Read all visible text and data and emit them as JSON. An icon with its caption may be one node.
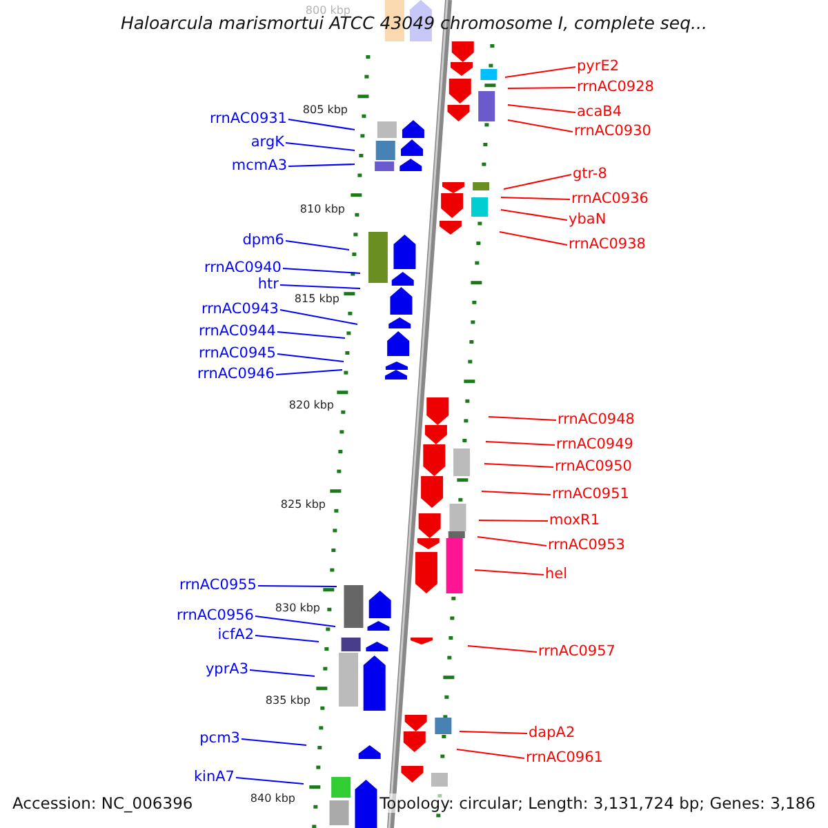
{
  "diagram": {
    "title": "Haloarcula marismortui ATCC 43049 chromosome I, complete seq...",
    "nodes": [
      {
        "text": [
          "pyrE2"
        ]
      },
      {
        "text": [
          "rrnAC0928"
        ]
      },
      {
        "text": [
          "acaB4"
        ]
      },
      {
        "text": [
          "rrnAC0930"
        ]
      },
      {
        "text": [
          "rrnAC0931"
        ]
      },
      {
        "text": [
          "argK"
        ]
      },
      {
        "text": [
          "mcmA3"
        ]
      },
      {
        "text": [
          "gtr-8"
        ]
      },
      {
        "text": [
          "rrnAC0936"
        ]
      },
      {
        "text": [
          "ybaN"
        ]
      },
      {
        "text": [
          "rrnAC0938"
        ]
      },
      {
        "text": [
          "dpm6"
        ]
      },
      {
        "text": [
          "rrnAC0940"
        ]
      },
      {
        "text": [
          "htr"
        ]
      },
      {
        "text": [
          "rrnAC0943"
        ]
      },
      {
        "text": [
          "rrnAC0944"
        ]
      },
      {
        "text": [
          "rrnAC0945"
        ]
      },
      {
        "text": [
          "rrnAC0946"
        ]
      },
      {
        "text": [
          "rrnAC0948"
        ]
      },
      {
        "text": [
          "rrnAC0949"
        ]
      },
      {
        "text": [
          "rrnAC0950"
        ]
      },
      {
        "text": [
          "rrnAC0951"
        ]
      },
      {
        "text": [
          "moxR1"
        ]
      },
      {
        "text": [
          "rrnAC0953"
        ]
      },
      {
        "text": [
          "hel"
        ]
      },
      {
        "text": [
          "rrnAC0955"
        ]
      },
      {
        "text": [
          "rrnAC0956"
        ]
      },
      {
        "text": [
          "icfA2"
        ]
      },
      {
        "text": [
          "rrnAC0957"
        ]
      },
      {
        "text": [
          "yprA3"
        ]
      },
      {
        "text": [
          "dapA2"
        ]
      },
      {
        "text": [
          "rrnAC0961"
        ]
      },
      {
        "text": [
          "pcm3"
        ]
      },
      {
        "text": [
          "kinA7"
        ]
      }
    ],
    "edges": [
      {
        "from": 0,
        "to": null,
        "arrow": "none"
      },
      {
        "from": 1,
        "to": null,
        "arrow": "none"
      },
      {
        "from": 2,
        "to": null,
        "arrow": "none"
      },
      {
        "from": 3,
        "to": null,
        "arrow": "none"
      },
      {
        "from": 4,
        "to": null,
        "arrow": "none",
        "color": "#0000ff"
      },
      {
        "from": 5,
        "to": null,
        "arrow": "none",
        "color": "#0000ff"
      },
      {
        "from": 6,
        "to": null,
        "arrow": "none",
        "color": "#0000ff"
      },
      {
        "from": 7,
        "to": null,
        "arrow": "none"
      },
      {
        "from": 8,
        "to": null,
        "arrow": "none"
      },
      {
        "from": 9,
        "to": null,
        "arrow": "none"
      },
      {
        "from": 10,
        "to": null,
        "arrow": "none"
      },
      {
        "from": 11,
        "to": null,
        "arrow": "none",
        "color": "#0000ff"
      },
      {
        "from": 12,
        "to": null,
        "arrow": "none",
        "color": "#0000ff"
      },
      {
        "from": 13,
        "to": null,
        "arrow": "none",
        "color": "#0000ff"
      },
      {
        "from": 14,
        "to": null,
        "arrow": "none",
        "color": "#0000ff"
      },
      {
        "from": 15,
        "to": null,
        "arrow": "none",
        "color": "#0000ff"
      },
      {
        "from": 16,
        "to": null,
        "arrow": "none",
        "color": "#0000ff"
      },
      {
        "from": 17,
        "to": null,
        "arrow": "none",
        "color": "#0000ff"
      },
      {
        "from": 18,
        "to": null,
        "arrow": "none"
      },
      {
        "from": 19,
        "to": null,
        "arrow": "none"
      },
      {
        "from": 20,
        "to": null,
        "arrow": "none"
      },
      {
        "from": 21,
        "to": null,
        "arrow": "none"
      },
      {
        "from": 22,
        "to": null,
        "arrow": "none"
      },
      {
        "from": 23,
        "to": null,
        "arrow": "none"
      },
      {
        "from": 24,
        "to": null,
        "arrow": "none"
      },
      {
        "from": 25,
        "to": null,
        "arrow": "none",
        "color": "#0000ff"
      },
      {
        "from": 26,
        "to": null,
        "arrow": "none",
        "color": "#0000ff"
      },
      {
        "from": 27,
        "to": null,
        "arrow": "none",
        "color": "#0000ff"
      },
      {
        "from": 28,
        "to": null,
        "arrow": "none"
      },
      {
        "from": 29,
        "to": null,
        "arrow": "none",
        "color": "#0000ff"
      },
      {
        "from": 30,
        "to": null,
        "arrow": "none"
      },
      {
        "from": 31,
        "to": null,
        "arrow": "none"
      },
      {
        "from": 32,
        "to": null,
        "arrow": "none",
        "color": "#0000ff"
      },
      {
        "from": 33,
        "to": null,
        "arrow": "none",
        "color": "#0000ff"
      }
    ],
    "labels": [
      "800 kbp",
      "805 kbp",
      "810 kbp",
      "815 kbp",
      "820 kbp",
      "825 kbp",
      "830 kbp",
      "835 kbp",
      "840 kbp",
      "Accession: NC_006396",
      "Topology: circular; Length: 3,131,724 bp; Genes: 3,186"
    ]
  }
}
